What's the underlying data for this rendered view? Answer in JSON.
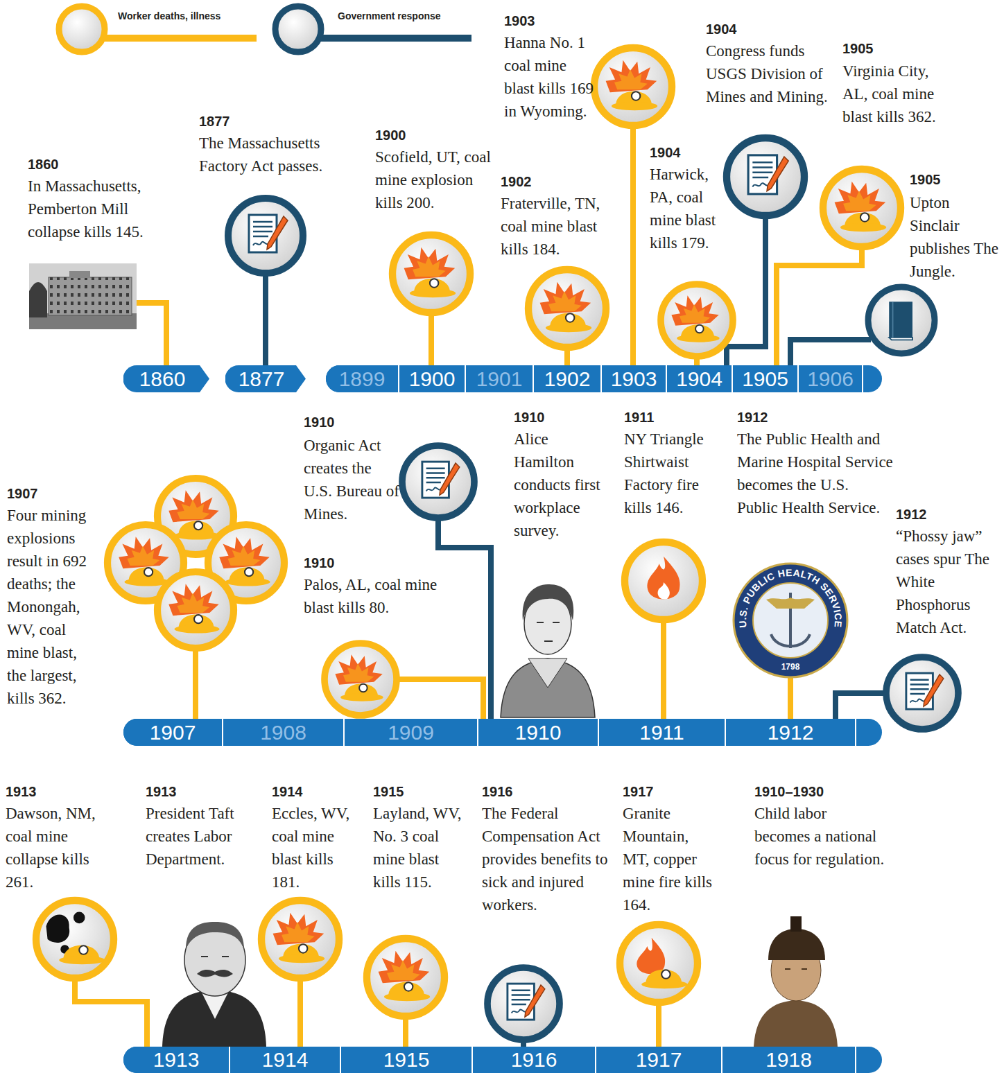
{
  "diagram": {
    "nodes": [
      {
        "text": [
          "1860"
        ]
      },
      {
        "text": [
          "1877"
        ]
      },
      {
        "text": [
          "1899"
        ]
      },
      {
        "text": [
          "1900"
        ]
      },
      {
        "text": [
          "1901"
        ]
      },
      {
        "text": [
          "1902"
        ]
      },
      {
        "text": [
          "1903"
        ]
      },
      {
        "text": [
          "1904"
        ]
      },
      {
        "text": [
          "1905"
        ]
      },
      {
        "text": [
          "1906"
        ]
      },
      {
        "text": [
          "1907"
        ]
      },
      {
        "text": [
          "1908"
        ]
      },
      {
        "text": [
          "1909"
        ]
      },
      {
        "text": [
          "1910"
        ]
      },
      {
        "text": [
          "1911"
        ]
      },
      {
        "text": [
          "1912"
        ]
      },
      {
        "text": [
          "1913"
        ]
      },
      {
        "text": [
          "1914"
        ]
      },
      {
        "text": [
          "1915"
        ]
      },
      {
        "text": [
          "1916"
        ]
      },
      {
        "text": [
          "1917"
        ]
      },
      {
        "text": [
          "1918"
        ]
      }
    ],
    "labels": [
      "1860",
      "In Massachusetts, Pemberton Mill collapse kills 145.",
      "1877",
      "The Massachusetts Factory Act passes.",
      "1900",
      "Scofield, UT, coal mine explosion kills 200.",
      "1902",
      "Fraterville, TN, coal mine blast kills 184.",
      "1903",
      "Hanna No. 1 coal mine blast kills 169 in Wyoming.",
      "1904",
      "Harwick, PA, coal mine blast kills 179.",
      "1904",
      "Congress funds USGS Division of Mines and Mining.",
      "1905",
      "Virginia City, AL, coal mine blast kills 362.",
      "1905",
      "Upton Sinclair publishes The Jungle.",
      "1907",
      "Four mining explosions result in 692 deaths; the Monongah, WV, coal mine blast, the largest, kills 362.",
      "1910",
      "Organic Act creates the U.S. Bureau of Mines.",
      "1910",
      "Palos, AL, coal mine blast kills 80.",
      "1910",
      "Alice Hamilton conducts first workplace survey.",
      "1911",
      "NY Triangle Shirtwaist Factory fire kills 146.",
      "1912",
      "The Public Health and Marine Hospital Service becomes the U.S. Public Health Service.",
      "U.S. PUBLIC HEALTH SERVICE",
      "1798",
      "1912",
      "“Phossy jaw” cases spur The White Phosphorus Match Act.",
      "1913",
      "Dawson, NM, coal mine collapse kills 261.",
      "1913",
      "President Taft creates Labor Department.",
      "1914",
      "Eccles, WV, coal mine blast kills 181.",
      "1915",
      "Layland, WV, No. 3 coal mine blast kills 115.",
      "1916",
      "The Federal Compensation Act provides benefits to sick and injured workers.",
      "1917",
      "Granite Mountain, MT, copper mine fire kills 164.",
      "1910–1930",
      "Child labor becomes a national focus for regulation."
    ],
    "legend": [
      {
        "text": "Worker deaths, illness"
      },
      {
        "text": "Government response"
      }
    ]
  }
}
